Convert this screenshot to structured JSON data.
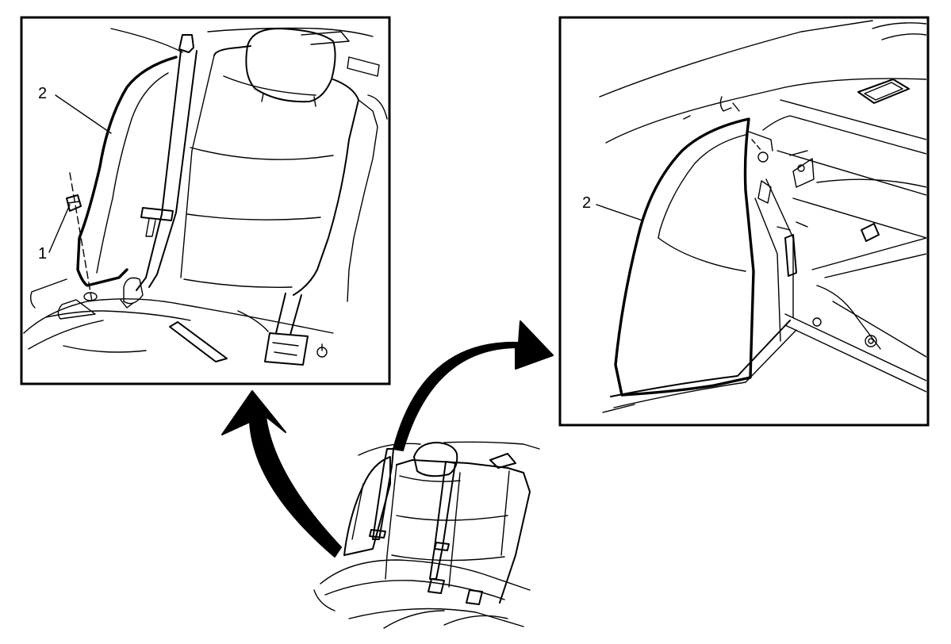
{
  "callouts": {
    "left_bolt": "1",
    "left_bolster": "2",
    "right_bolster": "2"
  }
}
